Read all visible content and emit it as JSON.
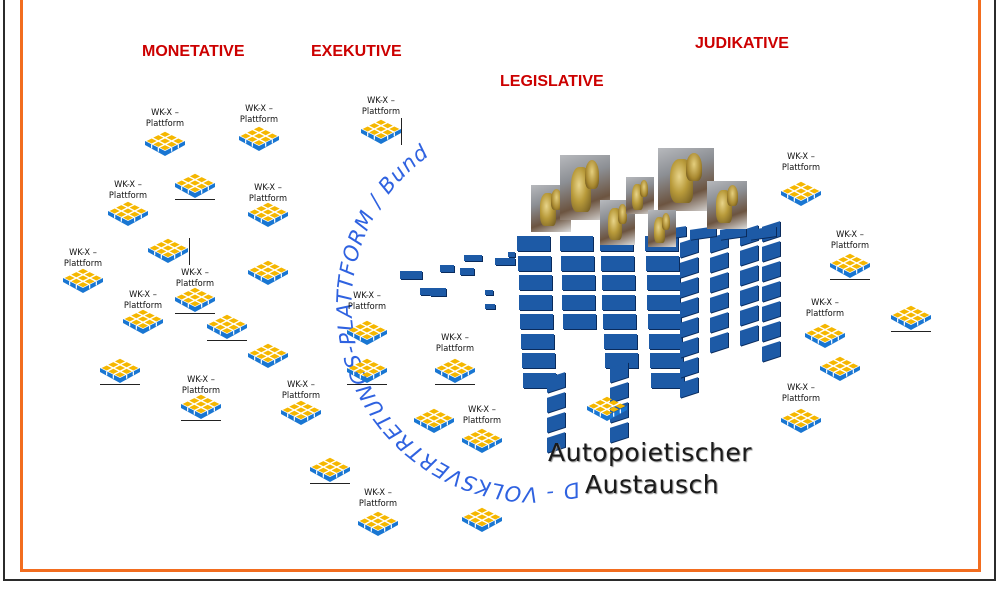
{
  "headings": {
    "monetative": "MONETATIVE",
    "exekutive": "EXEKUTIVE",
    "legislative": "LEGISLATIVE",
    "judikative": "JUDIKATIVE"
  },
  "platform_label_line1": "WK-X –",
  "platform_label_line2": "Plattform",
  "arc_text": "D - VOLKSVERTRETUNGS-PLATTFORM / Bund",
  "center_caption": {
    "line1": "Autopoietischer",
    "line2": "Austausch"
  },
  "colors": {
    "heading": "#cc0000",
    "arc_text": "#2f62e0",
    "frame_orange": "#f26d1f",
    "platform_yellow": "#f5b700",
    "platform_blue": "#1976d2",
    "cube_blue": "#1d5aa6"
  },
  "platforms": [
    {
      "id": 1,
      "labeled": true
    },
    {
      "id": 2,
      "labeled": true
    },
    {
      "id": 3,
      "labeled": true
    },
    {
      "id": 4,
      "labeled": false
    },
    {
      "id": 5,
      "labeled": true
    },
    {
      "id": 6,
      "labeled": true
    },
    {
      "id": 7,
      "labeled": false
    },
    {
      "id": 8,
      "labeled": true
    },
    {
      "id": 9,
      "labeled": true
    },
    {
      "id": 10,
      "labeled": false
    },
    {
      "id": 11,
      "labeled": false
    },
    {
      "id": 12,
      "labeled": false
    },
    {
      "id": 13,
      "labeled": false
    },
    {
      "id": 14,
      "labeled": true
    },
    {
      "id": 15,
      "labeled": true
    },
    {
      "id": 16,
      "labeled": true
    },
    {
      "id": 17,
      "labeled": true
    },
    {
      "id": 18,
      "labeled": false
    },
    {
      "id": 19,
      "labeled": true
    },
    {
      "id": 20,
      "labeled": false
    },
    {
      "id": 21,
      "labeled": true
    },
    {
      "id": 22,
      "labeled": false
    },
    {
      "id": 23,
      "labeled": true
    },
    {
      "id": 24,
      "labeled": false
    },
    {
      "id": 25,
      "labeled": false
    },
    {
      "id": 26,
      "labeled": true
    },
    {
      "id": 27,
      "labeled": true
    },
    {
      "id": 28,
      "labeled": true
    },
    {
      "id": 29,
      "labeled": false
    },
    {
      "id": 30,
      "labeled": false
    },
    {
      "id": 31,
      "labeled": true
    }
  ]
}
